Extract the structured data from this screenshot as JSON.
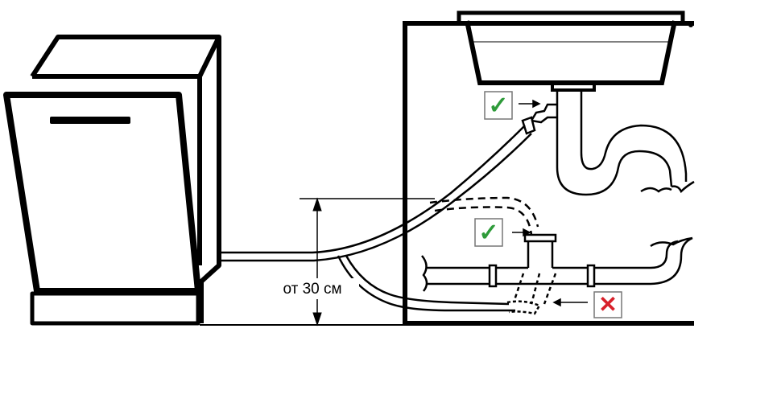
{
  "dimension_label": "от 30 см",
  "markers": [
    {
      "id": "sink-outlet",
      "status": "correct",
      "symbol": "✓"
    },
    {
      "id": "drain-pipe-top",
      "status": "correct",
      "symbol": "✓"
    },
    {
      "id": "drain-pipe-bottom",
      "status": "incorrect",
      "symbol": "✕"
    }
  ],
  "colors": {
    "line": "#000000",
    "check": "#2e9b3a",
    "cross": "#d8202a",
    "badge_border": "#777777",
    "background": "#ffffff"
  }
}
